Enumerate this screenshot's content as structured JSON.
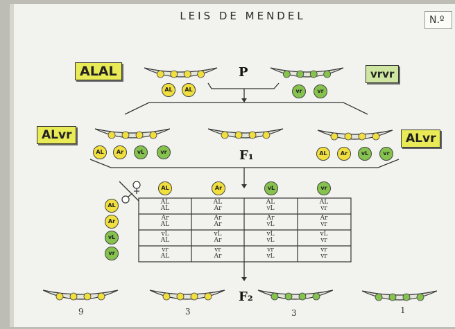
{
  "title": "LEIS DE MENDEL",
  "plate_number": "N.º",
  "parents": {
    "left_genotype": "ALAL",
    "right_genotype": "vrvr"
  },
  "generations": {
    "p": "P",
    "f1": "F₁",
    "f2": "F₂"
  },
  "f1": {
    "left_genotype": "ALvr",
    "right_genotype": "ALvr"
  },
  "colors": {
    "yellow": "#f0df3e",
    "green": "#86c24e",
    "pod": "#e4e6dd"
  },
  "gametes": {
    "p_left": [
      "AL",
      "AL"
    ],
    "p_right": [
      "vr",
      "vr"
    ],
    "f1_left": [
      "AL",
      "Ar",
      "vL",
      "vr"
    ],
    "f1_right": [
      "AL",
      "Ar",
      "vL",
      "vr"
    ],
    "punnett_columns": [
      "AL",
      "Ar",
      "vL",
      "vr"
    ],
    "punnett_rows": [
      "AL",
      "Ar",
      "vL",
      "vr"
    ]
  },
  "punnett_cells": [
    [
      "AL AL",
      "AL Ar",
      "AL vL",
      "AL vr"
    ],
    [
      "Ar AL",
      "Ar Ar",
      "Ar vL",
      "Ar vr"
    ],
    [
      "vL AL",
      "vL Ar",
      "vL vL",
      "vL vr"
    ],
    [
      "vr AL",
      "vr Ar",
      "vr vL",
      "vr vr"
    ]
  ],
  "f2": {
    "counts": [
      "9",
      "3",
      "3",
      "1"
    ]
  },
  "icons": {
    "female": "female-symbol-icon",
    "male": "male-symbol-icon"
  }
}
